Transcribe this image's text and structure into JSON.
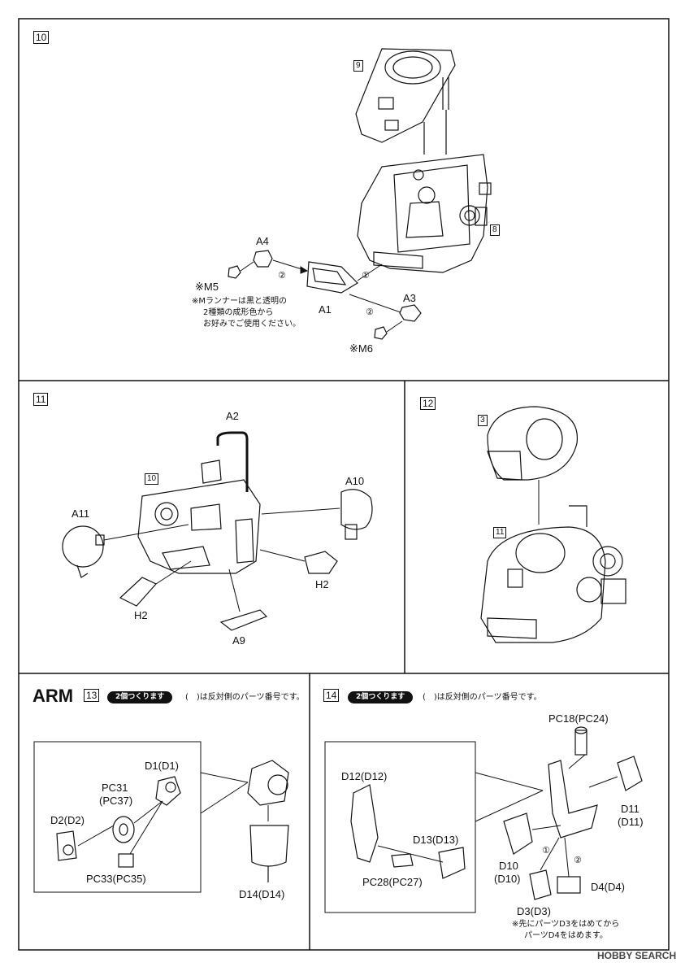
{
  "steps": {
    "s10": {
      "number": "10",
      "sub9": "9",
      "sub8": "8",
      "parts": [
        "A4",
        "A1",
        "A3"
      ],
      "m5": "※M5",
      "m6": "※M6",
      "circle1": "①",
      "circle2a": "②",
      "circle2b": "②",
      "note": [
        "※Mランナーは黒と透明の",
        "2種類の成形色から",
        "お好みでご使用ください。"
      ]
    },
    "s11": {
      "number": "11",
      "sub10": "10",
      "parts": {
        "a2": "A2",
        "a10": "A10",
        "a11": "A11",
        "h2a": "H2",
        "h2b": "H2",
        "a9": "A9"
      }
    },
    "s12": {
      "number": "12",
      "sub3": "3",
      "sub11": "11"
    },
    "arm": {
      "title": "ARM",
      "s13": "13",
      "s14": "14",
      "pill13": "2個つくります",
      "pill14": "2個つくります",
      "note13": "(　)は反対側のパーツ番号です。",
      "note14": "(　)は反対側のパーツ番号です。",
      "p13": {
        "d1": "D1(D1)",
        "pc31": "PC31",
        "pc37": "(PC37)",
        "d2": "D2(D2)",
        "pc33": "PC33(PC35)",
        "d14": "D14(D14)"
      },
      "p14": {
        "pc18": "PC18(PC24)",
        "d12": "D12(D12)",
        "d13": "D13(D13)",
        "pc28": "PC28(PC27)",
        "d11a": "D11",
        "d11b": "(D11)",
        "d10a": "D10",
        "d10b": "(D10)",
        "d3": "D3(D3)",
        "d4": "D4(D4)",
        "c1": "①",
        "c2": "②",
        "note": [
          "※先にパーツD3をはめてから",
          "パーツD4をはめます。"
        ]
      }
    }
  },
  "watermark": "HOBBY SEARCH"
}
